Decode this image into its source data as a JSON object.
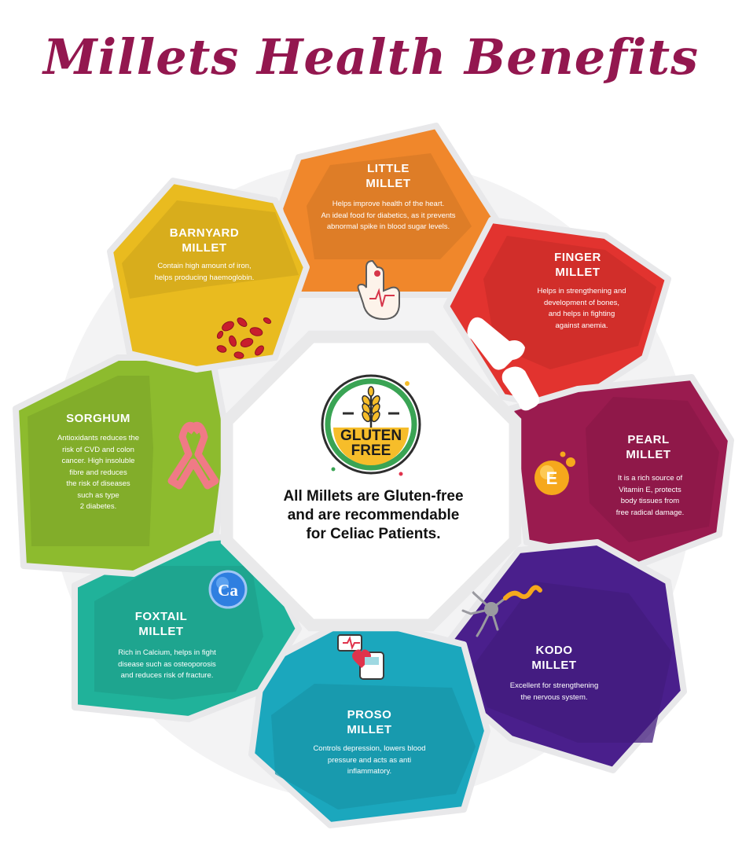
{
  "title": "Millets Health Benefits",
  "center": {
    "badge_line1": "GLUTEN",
    "badge_line2": "FREE",
    "line1": "All Millets are Gluten-free",
    "line2": "and are recommendable",
    "line3": "for Celiac Patients."
  },
  "petals": [
    {
      "key": "little",
      "title1": "LITTLE",
      "title2": "MILLET",
      "color": "#f0872b",
      "desc": [
        "Helps improve health of the heart.",
        "An ideal food for diabetics, as it prevents",
        "abnormal spike in blood sugar levels."
      ],
      "icon": "heart-monitor-touch-icon"
    },
    {
      "key": "finger",
      "title1": "FINGER",
      "title2": "MILLET",
      "color": "#e2332f",
      "desc": [
        "Helps in strengthening and",
        "development of bones,",
        "and helps in fighting",
        "against anemia."
      ],
      "icon": "knee-bone-icon"
    },
    {
      "key": "pearl",
      "title1": "PEARL",
      "title2": "MILLET",
      "color": "#9a1b4f",
      "desc": [
        "It is a rich source of",
        "Vitamin E, protects",
        "body tissues from",
        "free radical damage."
      ],
      "icon": "vitamin-e-icon",
      "icon_text": "E"
    },
    {
      "key": "kodo",
      "title1": "KODO",
      "title2": "MILLET",
      "color": "#4a1f8c",
      "desc": [
        "Excellent for strengthening",
        "the nervous system."
      ],
      "icon": "neuron-icon"
    },
    {
      "key": "proso",
      "title1": "PROSO",
      "title2": "MILLET",
      "color": "#1ba7bd",
      "desc": [
        "Controls depression, lowers blood",
        "pressure and acts as anti",
        "inflammatory."
      ],
      "icon": "blood-pressure-monitor-icon"
    },
    {
      "key": "foxtail",
      "title1": "FOXTAIL",
      "title2": "MILLET",
      "color": "#20b29a",
      "desc": [
        "Rich in Calcium, helps in fight",
        "disease such as osteoporosis",
        "and reduces risk of fracture."
      ],
      "icon": "calcium-icon",
      "icon_text": "Ca"
    },
    {
      "key": "sorghum",
      "title1": "SORGHUM",
      "title2": "",
      "color": "#8dbb2e",
      "desc": [
        "Antioxidants reduces the",
        "risk of CVD and colon",
        "cancer. High insoluble",
        "fibre and reduces",
        "the risk of diseases",
        "such as type",
        "2 diabetes."
      ],
      "icon": "awareness-ribbon-icon"
    },
    {
      "key": "barnyard",
      "title1": "BARNYARD",
      "title2": "MILLET",
      "color": "#e9bb1f",
      "desc": [
        "Contain high amount of iron,",
        "helps producing haemoglobin."
      ],
      "icon": "red-blood-cells-icon"
    }
  ]
}
